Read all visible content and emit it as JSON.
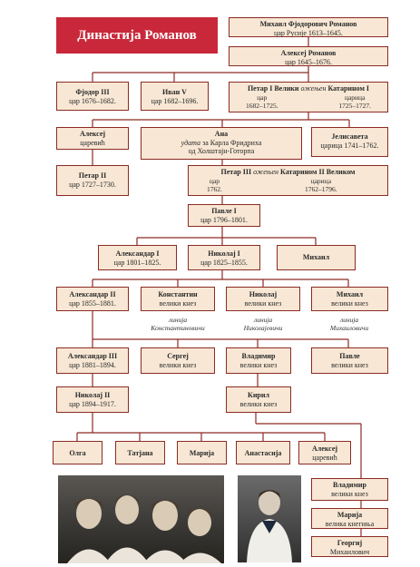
{
  "title": "Династија Романов",
  "colors": {
    "accent": "#c9283a",
    "line": "#8c2a24",
    "box": "#f7e7d4"
  },
  "people": {
    "mihail_fedorovich": {
      "name": "Михаил Фјодорович Романов",
      "title": "цар Русије 1613–1645."
    },
    "aleksej_romanov": {
      "name": "Алексеј Романов",
      "title": "цар 1645–1676."
    },
    "fjodor_iii": {
      "name": "Фјодор III",
      "title": "цар 1676–1682."
    },
    "ivan_v": {
      "name": "Иван V",
      "title": "цар 1682–1696."
    },
    "petar_i": {
      "name": "Петар I Велики",
      "married": "ожењен",
      "spouse": "Катарином I",
      "t1": "цар",
      "t2": "царица",
      "y1": "1682–1725.",
      "y2": "1725–1727."
    },
    "aleksej_carevich": {
      "name": "Алексеј",
      "title": "царевић"
    },
    "ana": {
      "name": "Ана",
      "married": "удата",
      "rest": " за Карла Фридриха",
      "line2": "од Холштајн-Готорпа"
    },
    "jelisaveta": {
      "name": "Јелисавета",
      "title": "царица 1741–1762."
    },
    "petar_ii": {
      "name": "Петар II",
      "title": "цар 1727–1730."
    },
    "petar_iii": {
      "name": "Петар III",
      "married": "ожењен",
      "spouse": "Катарином II Великом",
      "t1": "цар",
      "t2": "царица",
      "y1": "1762.",
      "y2": "1762–1796."
    },
    "pavle_i": {
      "name": "Павле I",
      "title": "цар 1796–1801."
    },
    "aleksandar_i": {
      "name": "Александар I",
      "title": "цар 1801–1825."
    },
    "nikolaj_i": {
      "name": "Николај I",
      "title": "цар 1825–1855."
    },
    "mihail_1": {
      "name": "Михаил",
      "title": ""
    },
    "aleksandar_ii": {
      "name": "Александар II",
      "title": "цар 1855–1881."
    },
    "konstantin": {
      "name": "Константин",
      "title": "велики кнез"
    },
    "nikolaj_vk": {
      "name": "Николај",
      "title": "велики кнез"
    },
    "mihail_vk": {
      "name": "Михаил",
      "title": "велики кнез"
    },
    "aleksandar_iii": {
      "name": "Александар III",
      "title": "цар 1881–1894."
    },
    "sergej": {
      "name": "Сергеј",
      "title": "велики кнез"
    },
    "vladimir_1": {
      "name": "Владимир",
      "title": "велики кнез"
    },
    "pavle_vk": {
      "name": "Павле",
      "title": "велики кнез"
    },
    "nikolaj_ii": {
      "name": "Николај II",
      "title": "цар 1894–1917."
    },
    "kiril": {
      "name": "Кирил",
      "title": "велики кнез"
    },
    "olga": {
      "name": "Олга"
    },
    "tatjana": {
      "name": "Татјана"
    },
    "marija_1": {
      "name": "Марија"
    },
    "anastasija": {
      "name": "Анастасија"
    },
    "aleksej_2": {
      "name": "Алексеј",
      "title": "царевић"
    },
    "vladimir_2": {
      "name": "Владимир",
      "title": "велики кнез"
    },
    "marija_2": {
      "name": "Марија",
      "title": "велика кнегиња"
    },
    "georgij": {
      "name": "Георгиј",
      "title": "Михаилович"
    }
  },
  "lineage_notes": {
    "konstantin": {
      "l1": "линија",
      "l2": "Константиновичи"
    },
    "nikolaj": {
      "l1": "линија",
      "l2": "Николајевичи"
    },
    "mihail": {
      "l1": "линија",
      "l2": "Михаиловичи"
    }
  }
}
